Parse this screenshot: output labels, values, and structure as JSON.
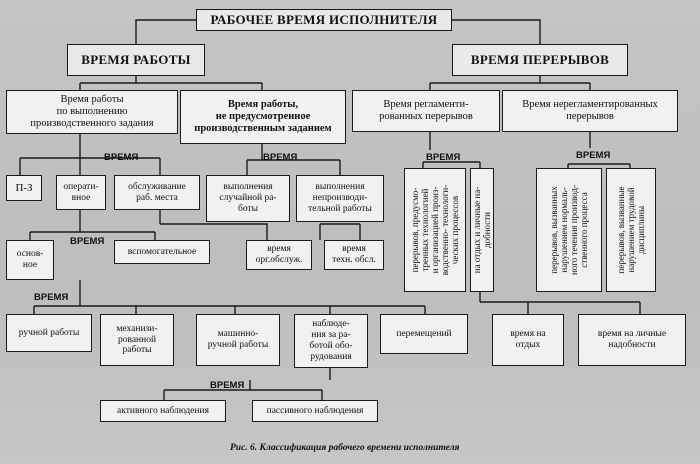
{
  "title": "РАБОЧЕЕ ВРЕМЯ ИСПОЛНИТЕЛЯ",
  "work_time": "ВРЕМЯ РАБОТЫ",
  "break_time": "ВРЕМЯ ПЕРЕРЫВОВ",
  "work_task": "Время работы\nпо выполнению\nпроизводственного задания",
  "work_untask": "Время работы,\nне предусмотренное\nпроизводственным заданием",
  "breaks_reg": "Время регламенти-\nрованных перерывов",
  "breaks_unreg": "Время нерегламентированных\nперерывов",
  "label_time": "ВРЕМЯ",
  "pz": "П-З",
  "operative": "операти-\nвное",
  "service": "обслуживание\nраб. места",
  "random_work": "выполнения\nслучайной ра-\nботы",
  "unproductive_work": "выполнения\nнепроизводи-\nтельной работы",
  "org_service": "время\nорг.обслуж.",
  "tech_service": "время\nтехн. обсл.",
  "main": "основ-\nное",
  "auxiliary": "вспомогательное",
  "manual": "ручной работы",
  "mechanized": "механизи-\nрованной\nработы",
  "machine_manual": "машинно-\nручной работы",
  "observation": "наблюде-\nния за ра-\nботой обо-\nрудования",
  "movement": "перемещений",
  "rest": "время на\nотдых",
  "personal": "время на личные\nнадобности",
  "active_obs": "активного наблюдения",
  "passive_obs": "пассивного наблюдения",
  "v_tech_breaks": "перерывов, предусмо-\nтренных технологией\nи организацией произ-\nводственно- технологи-\nческих процессов",
  "v_rest_personal": "на отдых и личные на-\nдобности",
  "v_violation_process": "перерывов, вызванных\nнарушением нормаль-\nного течения производ-\nственного процесса",
  "v_violation_discipline": "перерывов, вызванные\nнарушением трудовой\nдисциплины",
  "caption": "Рис. 6. Классификация рабочего времени исполнителя"
}
